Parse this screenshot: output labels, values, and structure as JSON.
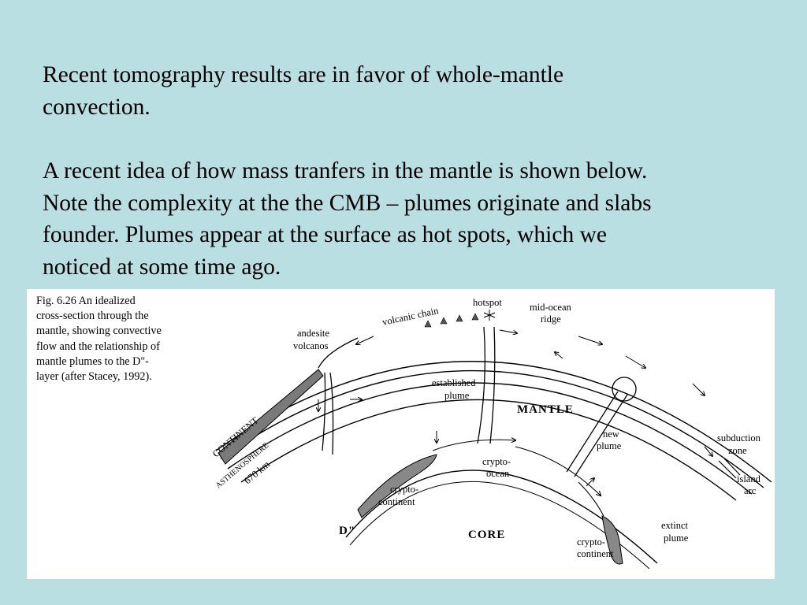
{
  "slide": {
    "paragraph1": [
      "Recent tomography results are in favor of whole-mantle",
      "convection."
    ],
    "paragraph2": [
      "A recent idea of how mass tranfers in the mantle is shown below.",
      "Note the complexity at the the CMB – plumes originate and slabs",
      "founder.   Plumes appear at the surface as hot spots, which we",
      "noticed at some time ago."
    ]
  },
  "figure": {
    "caption": [
      "Fig. 6.26  An idealized",
      "cross-section through the",
      "mantle, showing convective",
      "flow and the relationship of",
      "mantle plumes to the D\"-",
      "layer (after Stacey, 1992)."
    ],
    "labels": {
      "hotspot": "hotspot",
      "volcanic_chain": "volcanic chain",
      "mid_ocean_ridge_1": "mid-ocean",
      "mid_ocean_ridge_2": "ridge",
      "andesite_1": "andesite",
      "andesite_2": "volcanos",
      "established_1": "established",
      "established_2": "plume",
      "mantle": "MANTLE",
      "new_1": "new",
      "new_2": "plume",
      "subduction_1": "subduction",
      "subduction_2": "zone",
      "island_1": "island",
      "island_2": "arc",
      "continent": "CONTINENT",
      "asthenosphere": "ASTHENOSPHERE",
      "depth_670": "670 km",
      "crypto_ocean_1": "crypto-",
      "crypto_ocean_2": "ocean",
      "crypto_continent_left_1": "crypto-",
      "crypto_continent_left_2": "continent",
      "d_double_prime": "D\"",
      "core": "CORE",
      "extinct_1": "extinct",
      "extinct_2": "plume",
      "crypto_continent_right_1": "crypto-",
      "crypto_continent_right_2": "continent"
    }
  }
}
